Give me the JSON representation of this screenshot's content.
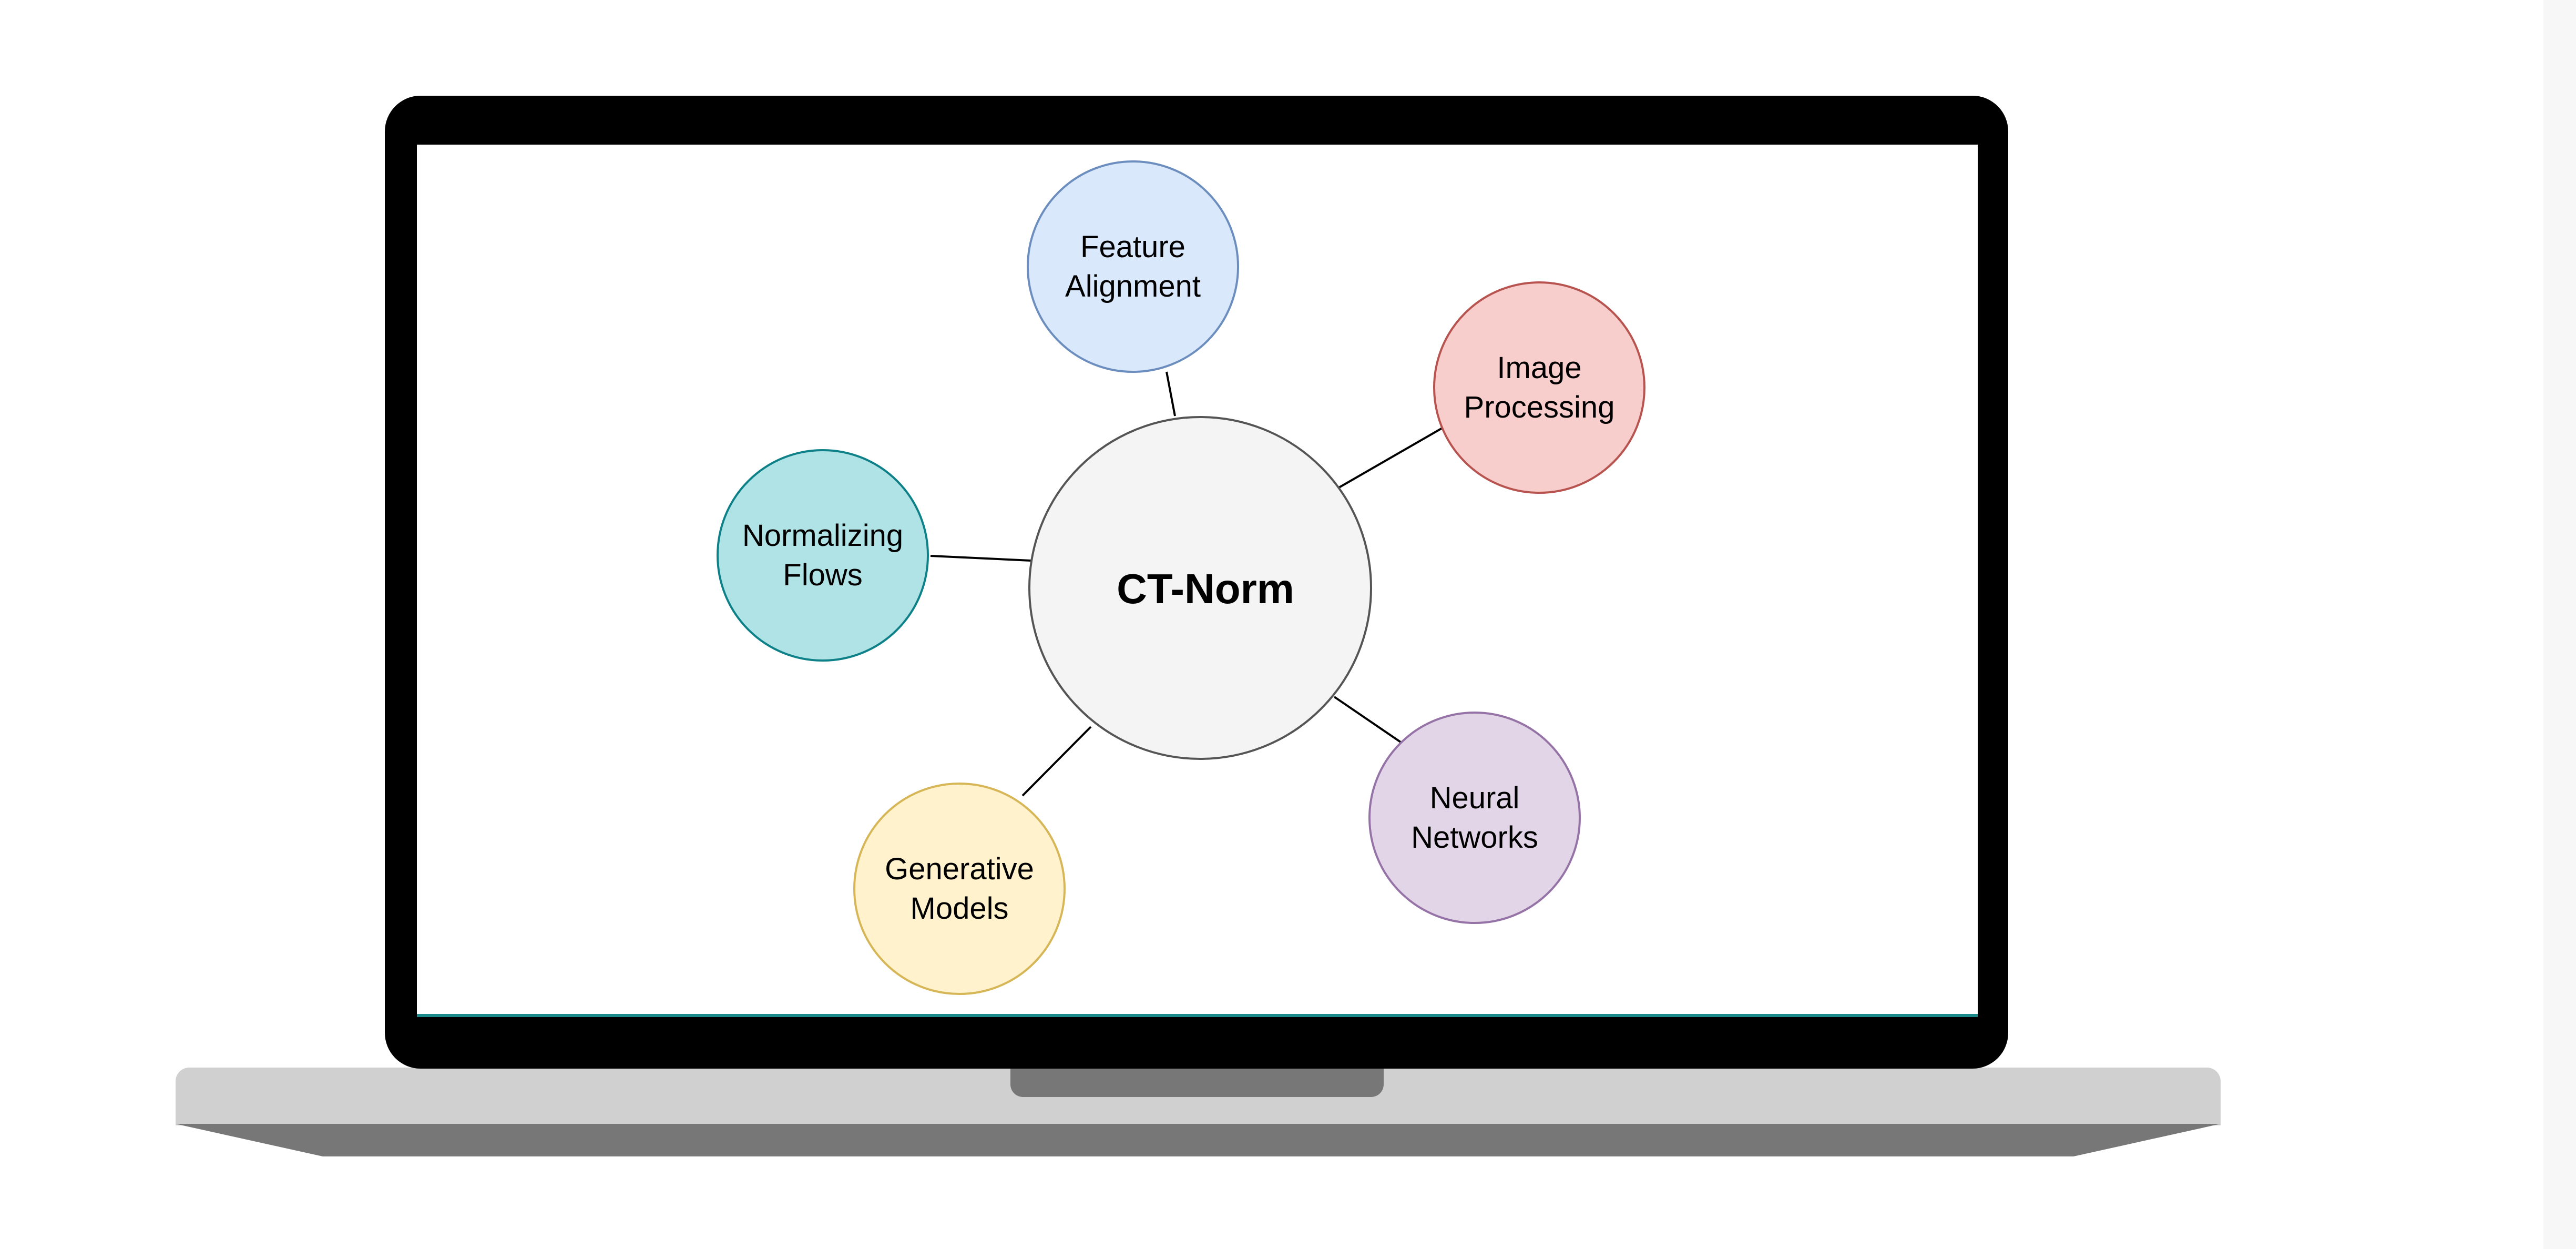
{
  "diagram": {
    "center": {
      "label": "CT-Norm",
      "fill": "#f5f4f4",
      "stroke": "#555555"
    },
    "nodes": [
      {
        "id": "feature",
        "line1": "Feature",
        "line2": "Alignment",
        "fill": "#dae8fc",
        "stroke": "#6c8ebf"
      },
      {
        "id": "image",
        "line1": "Image",
        "line2": "Processing",
        "fill": "#f8cecc",
        "stroke": "#b85450"
      },
      {
        "id": "normalizing",
        "line1": "Normalizing",
        "line2": "Flows",
        "fill": "#b0e3e6",
        "stroke": "#0e8088"
      },
      {
        "id": "neural",
        "line1": "Neural",
        "line2": "Networks",
        "fill": "#e1d5e7",
        "stroke": "#9673a6"
      },
      {
        "id": "generative",
        "line1": "Generative",
        "line2": "Models",
        "fill": "#fff2cc",
        "stroke": "#d6b656"
      }
    ]
  },
  "device": {
    "bezel_color": "#000000",
    "base_color": "#d0d0d0",
    "base_shadow_color": "#777777",
    "screen_accent_color": "#1a8a8a"
  }
}
